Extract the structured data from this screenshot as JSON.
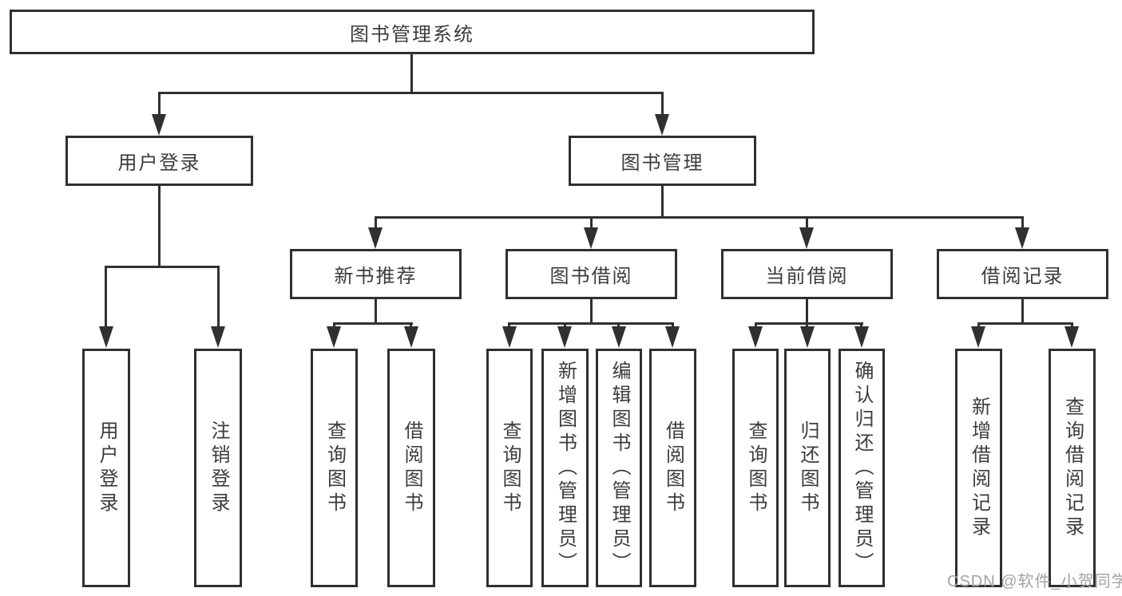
{
  "diagram": {
    "root": {
      "label": "图书管理系统"
    },
    "branches": [
      {
        "label": "用户登录",
        "children": [
          "用户登录",
          "注销登录"
        ]
      },
      {
        "label": "图书管理",
        "groups": [
          {
            "label": "新书推荐",
            "children": [
              "查询图书",
              "借阅图书"
            ]
          },
          {
            "label": "图书借阅",
            "children": [
              "查询图书",
              "新增图书（管理员）",
              "编辑图书（管理员）",
              "借阅图书"
            ]
          },
          {
            "label": "当前借阅",
            "children": [
              "查询图书",
              "归还图书",
              "确认归还（管理员）"
            ]
          },
          {
            "label": "借阅记录",
            "children": [
              "新增借阅记录",
              "查询借阅记录"
            ]
          }
        ]
      }
    ]
  },
  "watermark": {
    "text": "CSDN @软件_小贺同学"
  },
  "colors": {
    "line": "#303030",
    "box_border": "#303030",
    "text": "#3c3c3c",
    "background": "#ffffff",
    "watermark": "#a3a3a3"
  }
}
